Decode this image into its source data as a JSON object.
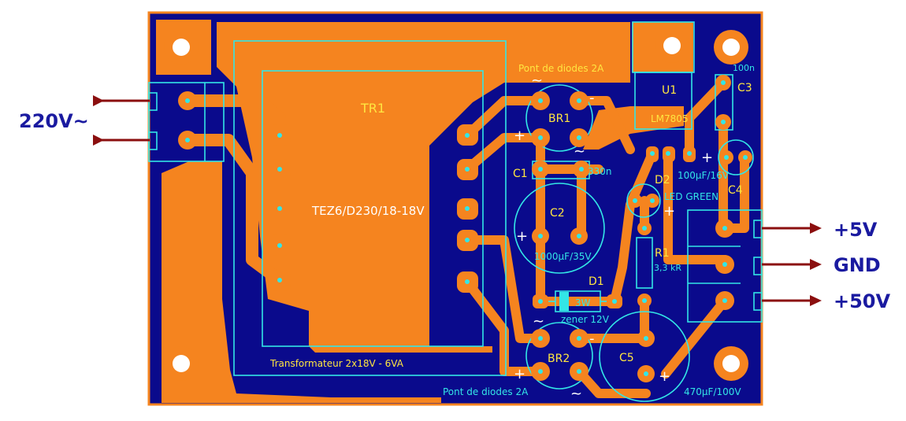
{
  "external": {
    "input_label": "220V~",
    "out1_label": "+5V",
    "out2_label": "GND",
    "out3_label": "+50V"
  },
  "transformer": {
    "ref": "TR1",
    "model": "TEZ6/D230/18-18V",
    "desc": "Transformateur 2x18V - 6VA"
  },
  "bridge1": {
    "ref": "BR1",
    "desc": "Pont de diodes 2A",
    "plus": "+",
    "minus": "-",
    "ac1": "~",
    "ac2": "~"
  },
  "bridge2": {
    "ref": "BR2",
    "desc": "Pont de diodes 2A",
    "plus": "+",
    "minus": "-",
    "ac1": "~",
    "ac2": "~"
  },
  "regulator": {
    "ref": "U1",
    "model": "LM7805"
  },
  "c1": {
    "ref": "C1",
    "value": "330n"
  },
  "c2": {
    "ref": "C2",
    "value": "1000µF/35V",
    "plus": "+"
  },
  "c3": {
    "ref": "C3",
    "value": "100n"
  },
  "c4": {
    "ref": "C4",
    "value": "100µF/16V",
    "plus": "+"
  },
  "c5": {
    "ref": "C5",
    "value": "470µF/100V",
    "plus": "+"
  },
  "d1": {
    "ref": "D1",
    "value": "3W",
    "desc": "zener 12V"
  },
  "d2": {
    "ref": "D2",
    "desc": "LED GREEN",
    "plus": "+"
  },
  "r1": {
    "ref": "R1",
    "value": "3,3 kR"
  },
  "colors": {
    "board": "#0a0a8c",
    "copper": "#f5841f",
    "silkscreen": "#33e6e6",
    "label_text": "#ffe640",
    "arrow": "#8b0f0f",
    "external_text": "#1a1aa0"
  }
}
